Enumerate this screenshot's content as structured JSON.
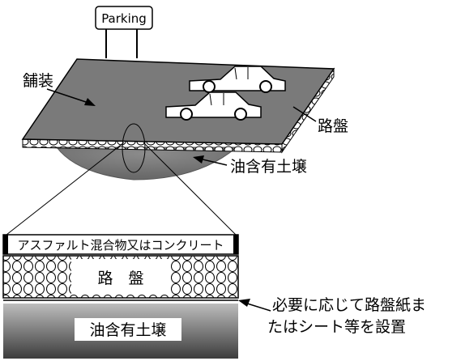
{
  "labels": {
    "parking_sign": "Parking",
    "pavement": "舗装",
    "roadbed": "路盤",
    "oil_soil": "油含有土壌"
  },
  "section": {
    "top_layer": "アスファルト混合物又はコンクリート",
    "roadbed": "路　盤",
    "bottom_layer": "油含有土壌"
  },
  "note": {
    "line1": "必要に応じて路盤紙ま",
    "line2": "たはシート等を設置"
  },
  "colors": {
    "pavement": "#7a7a7a",
    "soil_dark": "#4a4a4a",
    "soil_light": "#bdbdbd",
    "line": "#000000"
  }
}
